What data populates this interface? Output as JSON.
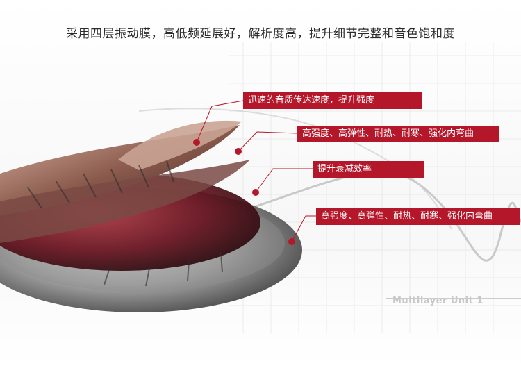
{
  "headline": "采用四层振动膜，高低频延展好，解析度高，提升细节完整和音色饱和度",
  "callouts": [
    {
      "text": "迅速的音质传达速度，提升强度"
    },
    {
      "text": "高强度、高弹性、耐热、耐寒、强化内弯曲"
    },
    {
      "text": "提升衰减效率"
    },
    {
      "text": "高强度、高弹性、耐热、耐寒、强化内弯曲"
    }
  ],
  "watermark": "Multilayer Unit 1",
  "colors": {
    "accent": "#b5172a",
    "text": "#2b2b2b",
    "grid": "#d9d9d9"
  }
}
